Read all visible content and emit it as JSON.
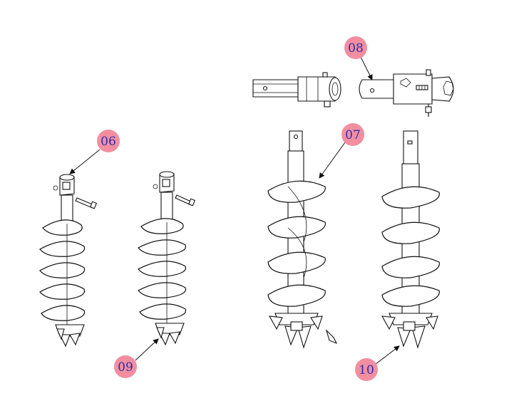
{
  "callouts": {
    "c06": "06",
    "c07": "07",
    "c08": "08",
    "c09": "09",
    "c10": "10"
  },
  "colors": {
    "callout_fill": "#f28ea0",
    "callout_text": "#2a2fb0",
    "line": "#111111",
    "background": "#ffffff"
  }
}
